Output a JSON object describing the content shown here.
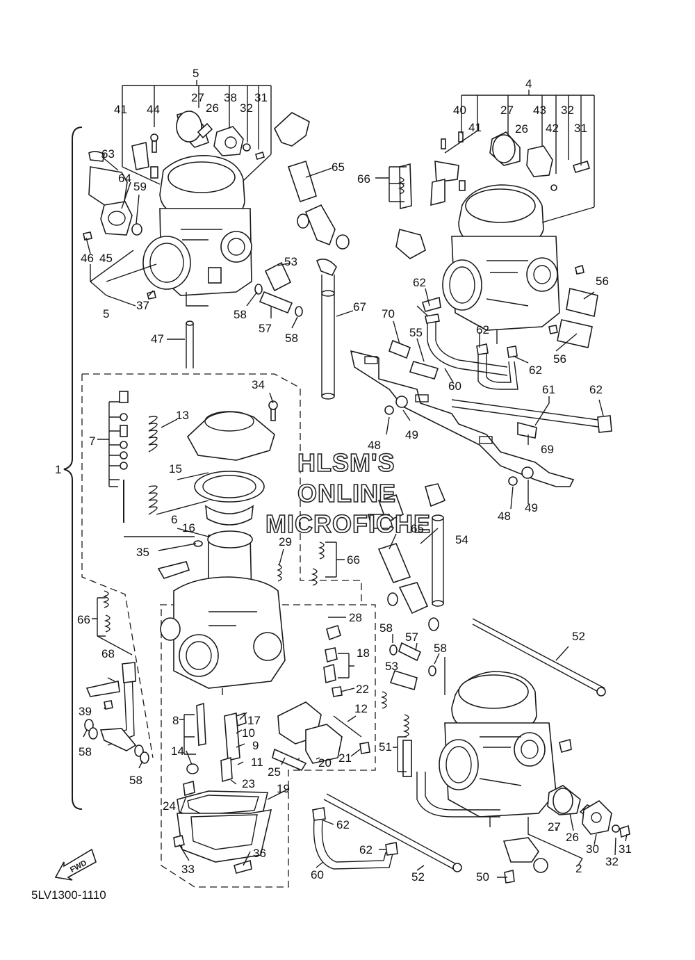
{
  "watermark": [
    "HLSM'S",
    "ONLINE",
    "MICROFICHE"
  ],
  "diagram_code": "5LV1300-1110",
  "fwd_label": "FWD",
  "callouts": [
    {
      "id": "c-5a",
      "text": "5"
    },
    {
      "id": "c-27a",
      "text": "27"
    },
    {
      "id": "c-26a",
      "text": "26"
    },
    {
      "id": "c-38",
      "text": "38"
    },
    {
      "id": "c-32a",
      "text": "32"
    },
    {
      "id": "c-31a",
      "text": "31"
    },
    {
      "id": "c-41a",
      "text": "41"
    },
    {
      "id": "c-44",
      "text": "44"
    },
    {
      "id": "c-63",
      "text": "63"
    },
    {
      "id": "c-64",
      "text": "64"
    },
    {
      "id": "c-59",
      "text": "59"
    },
    {
      "id": "c-46",
      "text": "46"
    },
    {
      "id": "c-45",
      "text": "45"
    },
    {
      "id": "c-5b",
      "text": "5"
    },
    {
      "id": "c-37",
      "text": "37"
    },
    {
      "id": "c-47",
      "text": "47"
    },
    {
      "id": "c-65a",
      "text": "65"
    },
    {
      "id": "c-53a",
      "text": "53"
    },
    {
      "id": "c-58a",
      "text": "58"
    },
    {
      "id": "c-57a",
      "text": "57"
    },
    {
      "id": "c-58b",
      "text": "58"
    },
    {
      "id": "c-67",
      "text": "67"
    },
    {
      "id": "c-4",
      "text": "4"
    },
    {
      "id": "c-40",
      "text": "40"
    },
    {
      "id": "c-27b",
      "text": "27"
    },
    {
      "id": "c-43",
      "text": "43"
    },
    {
      "id": "c-32b",
      "text": "32"
    },
    {
      "id": "c-41b",
      "text": "41"
    },
    {
      "id": "c-26b",
      "text": "26"
    },
    {
      "id": "c-42",
      "text": "42"
    },
    {
      "id": "c-31b",
      "text": "31"
    },
    {
      "id": "c-66a",
      "text": "66"
    },
    {
      "id": "c-56a",
      "text": "56"
    },
    {
      "id": "c-62a",
      "text": "62"
    },
    {
      "id": "c-70",
      "text": "70"
    },
    {
      "id": "c-55",
      "text": "55"
    },
    {
      "id": "c-62b",
      "text": "62"
    },
    {
      "id": "c-62c",
      "text": "62"
    },
    {
      "id": "c-56b",
      "text": "56"
    },
    {
      "id": "c-60a",
      "text": "60"
    },
    {
      "id": "c-61",
      "text": "61"
    },
    {
      "id": "c-62d",
      "text": "62"
    },
    {
      "id": "c-48a",
      "text": "48"
    },
    {
      "id": "c-49a",
      "text": "49"
    },
    {
      "id": "c-69",
      "text": "69"
    },
    {
      "id": "c-48b",
      "text": "48"
    },
    {
      "id": "c-49b",
      "text": "49"
    },
    {
      "id": "c-34",
      "text": "34"
    },
    {
      "id": "c-13",
      "text": "13"
    },
    {
      "id": "c-7",
      "text": "7"
    },
    {
      "id": "c-15",
      "text": "15"
    },
    {
      "id": "c-6",
      "text": "6"
    },
    {
      "id": "c-16",
      "text": "16"
    },
    {
      "id": "c-1",
      "text": "1"
    },
    {
      "id": "c-35",
      "text": "35"
    },
    {
      "id": "c-29",
      "text": "29"
    },
    {
      "id": "c-66b",
      "text": "66"
    },
    {
      "id": "c-65b",
      "text": "65"
    },
    {
      "id": "c-54",
      "text": "54"
    },
    {
      "id": "c-66c",
      "text": "66"
    },
    {
      "id": "c-28",
      "text": "28"
    },
    {
      "id": "c-58c",
      "text": "58"
    },
    {
      "id": "c-57b",
      "text": "57"
    },
    {
      "id": "c-58d",
      "text": "58"
    },
    {
      "id": "c-52a",
      "text": "52"
    },
    {
      "id": "c-18",
      "text": "18"
    },
    {
      "id": "c-68",
      "text": "68"
    },
    {
      "id": "c-53b",
      "text": "53"
    },
    {
      "id": "c-22",
      "text": "22"
    },
    {
      "id": "c-12",
      "text": "12"
    },
    {
      "id": "c-39",
      "text": "39"
    },
    {
      "id": "c-8",
      "text": "8"
    },
    {
      "id": "c-17",
      "text": "17"
    },
    {
      "id": "c-10",
      "text": "10"
    },
    {
      "id": "c-51",
      "text": "51"
    },
    {
      "id": "c-58e",
      "text": "58"
    },
    {
      "id": "c-9",
      "text": "9"
    },
    {
      "id": "c-21",
      "text": "21"
    },
    {
      "id": "c-14",
      "text": "14"
    },
    {
      "id": "c-20",
      "text": "20"
    },
    {
      "id": "c-25",
      "text": "25"
    },
    {
      "id": "c-11",
      "text": "11"
    },
    {
      "id": "c-58f",
      "text": "58"
    },
    {
      "id": "c-23",
      "text": "23"
    },
    {
      "id": "c-19",
      "text": "19"
    },
    {
      "id": "c-24",
      "text": "24"
    },
    {
      "id": "c-27c",
      "text": "27"
    },
    {
      "id": "c-26c",
      "text": "26"
    },
    {
      "id": "c-30",
      "text": "30"
    },
    {
      "id": "c-31c",
      "text": "31"
    },
    {
      "id": "c-62e",
      "text": "62"
    },
    {
      "id": "c-32c",
      "text": "32"
    },
    {
      "id": "c-2",
      "text": "2"
    },
    {
      "id": "c-62f",
      "text": "62"
    },
    {
      "id": "c-36",
      "text": "36"
    },
    {
      "id": "c-33",
      "text": "33"
    },
    {
      "id": "c-60b",
      "text": "60"
    },
    {
      "id": "c-52b",
      "text": "52"
    },
    {
      "id": "c-50",
      "text": "50"
    }
  ]
}
